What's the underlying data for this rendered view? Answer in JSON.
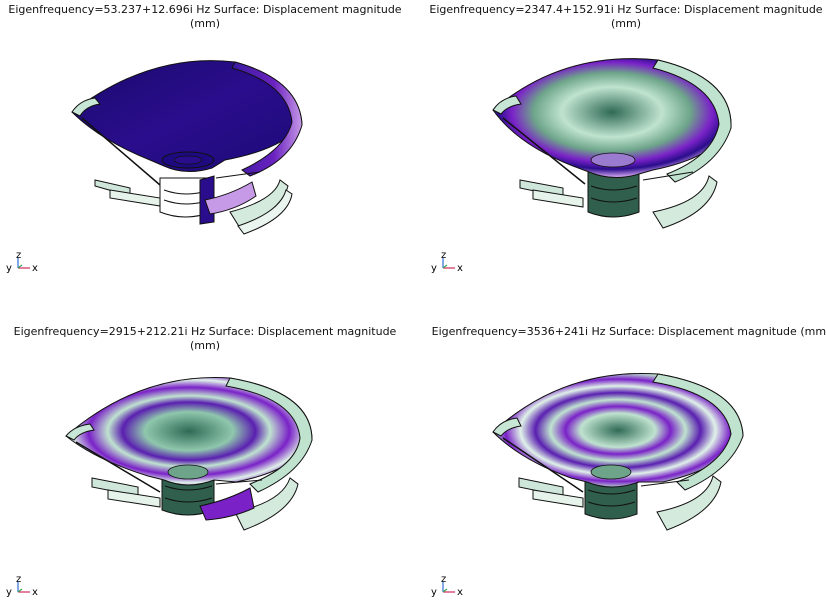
{
  "panels": [
    {
      "eigenfrequency": "Eigenfrequency=53.237+12.696i Hz",
      "surface": "Surface: Displacement magnitude",
      "unit": "(mm)"
    },
    {
      "eigenfrequency": "Eigenfrequency=2347.4+152.91i Hz",
      "surface": "Surface: Displacement magnitude",
      "unit": "(mm)"
    },
    {
      "eigenfrequency": "Eigenfrequency=2915+212.21i Hz",
      "surface": "Surface: Displacement magnitude",
      "unit": "(mm)"
    },
    {
      "eigenfrequency": "Eigenfrequency=3536+241i Hz",
      "surface": "Surface: Displacement magnitude",
      "unit": "(mm)"
    }
  ],
  "axis_labels": {
    "x": "x",
    "y": "y",
    "z": "z"
  },
  "colors": {
    "deep_purple": "#2a0d8c",
    "violet": "#7a22c8",
    "light_violet": "#c79ae8",
    "mint": "#bfe3cf",
    "teal_green": "#6ea58a",
    "dark_green": "#2f5d4a",
    "outline": "#111111",
    "x_axis": "#d12a5b",
    "y_axis": "#3aa655",
    "z_axis": "#2f6fd6"
  }
}
